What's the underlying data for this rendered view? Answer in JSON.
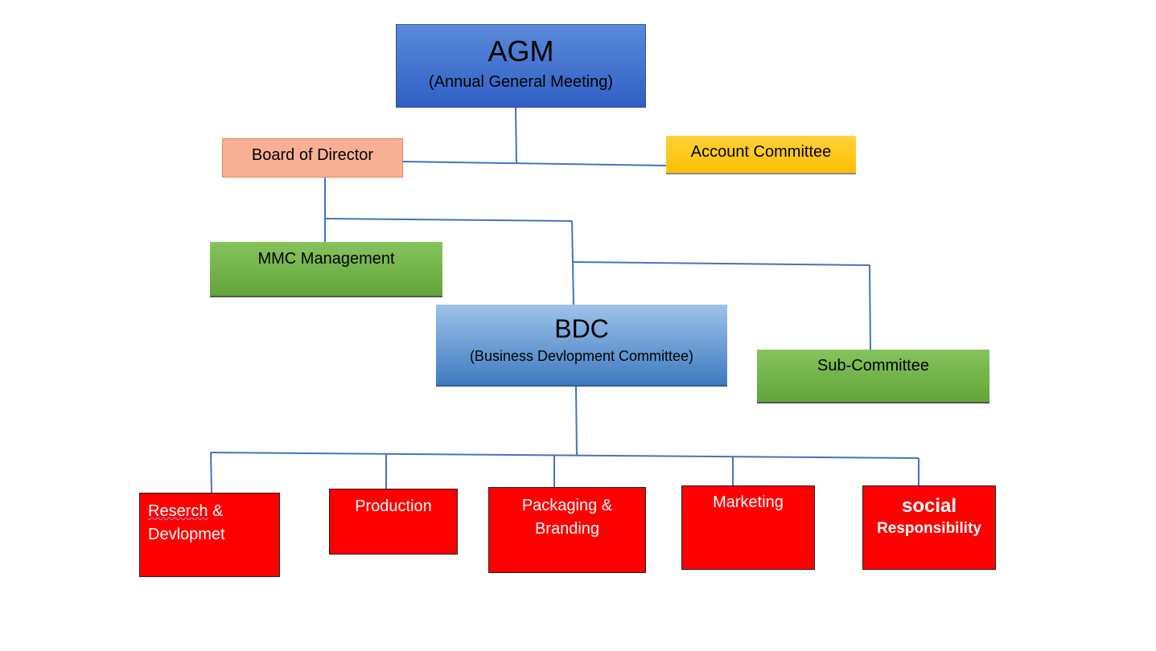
{
  "nodes": {
    "agm": {
      "title": "AGM",
      "subtitle": "(Annual General Meeting)"
    },
    "board": {
      "label": "Board of Director"
    },
    "account": {
      "label": "Account Committee"
    },
    "mmc": {
      "label": "MMC Management"
    },
    "bdc": {
      "title": "BDC",
      "subtitle": "(Business Devlopment Committee)"
    },
    "sub_committee": {
      "label": "Sub-Committee"
    },
    "research": {
      "line1": "Reserch",
      "line1_rest": " &",
      "line2": "Devlopmet"
    },
    "production": {
      "label": "Production"
    },
    "packaging": {
      "line1": "Packaging &",
      "line2": "Branding"
    },
    "marketing": {
      "label": "Marketing"
    },
    "social": {
      "line1": "social",
      "line2": "Responsibility"
    }
  },
  "colors": {
    "connector": "#4472c4",
    "department_fill": "#ff0000"
  }
}
